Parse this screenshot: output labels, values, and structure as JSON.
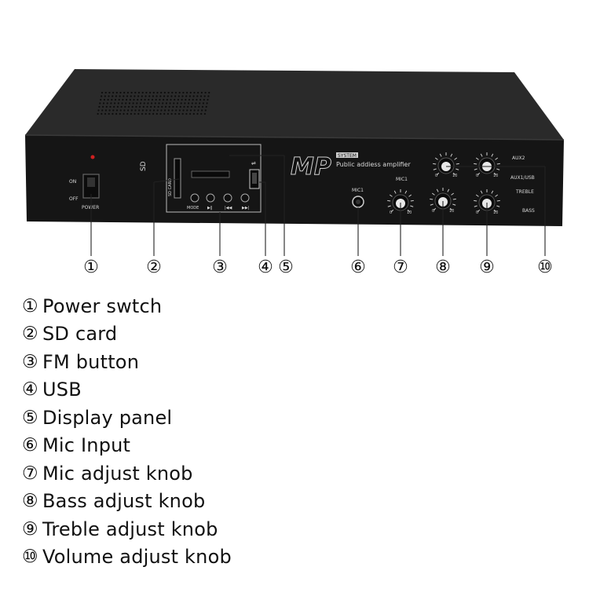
{
  "device": {
    "logo_text": "MP",
    "logo_subtext": "SYSTEM",
    "model_text": "Public addiess amplifier",
    "power_labels": {
      "on": "ON",
      "off": "OFF",
      "power": "POWER"
    },
    "sd_label": "SD CARD",
    "mode_label": "MODE",
    "mic_input_label": "MIC1",
    "mic_knob_label": "MIC1",
    "knob_labels": {
      "aux2": "AUX2",
      "aux1_usb": "AUX1/USB",
      "treble": "TREBLE",
      "bass": "BASS"
    },
    "scale_min": "0",
    "scale_max": "10"
  },
  "callouts": [
    {
      "num": "①"
    },
    {
      "num": "②"
    },
    {
      "num": "③"
    },
    {
      "num": "④"
    },
    {
      "num": "⑤"
    },
    {
      "num": "⑥"
    },
    {
      "num": "⑦"
    },
    {
      "num": "⑧"
    },
    {
      "num": "⑨"
    },
    {
      "num": "⑩"
    }
  ],
  "legend": [
    {
      "num": "①",
      "text": "Power swtch"
    },
    {
      "num": "②",
      "text": "SD card"
    },
    {
      "num": "③",
      "text": "FM button"
    },
    {
      "num": "④",
      "text": "USB"
    },
    {
      "num": "⑤",
      "text": "Display panel"
    },
    {
      "num": "⑥",
      "text": "Mic Input"
    },
    {
      "num": "⑦",
      "text": "Mic adjust knob"
    },
    {
      "num": "⑧",
      "text": "Bass adjust knob"
    },
    {
      "num": "⑨",
      "text": "Treble adjust knob"
    },
    {
      "num": "⑩",
      "text": "Volume adjust knob"
    }
  ],
  "colors": {
    "body": "#1a1a1a",
    "top": "#262626",
    "front": "#141414",
    "indicator": "#d02020"
  }
}
